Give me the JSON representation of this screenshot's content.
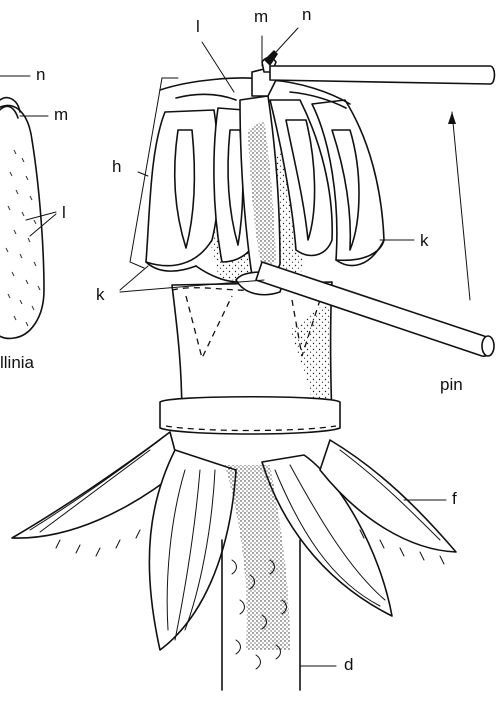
{
  "labels": {
    "pollinia_n": "n",
    "pollinia_m": "m",
    "pollinia_l": "l",
    "pollinia_caption": "llinia",
    "top_l": "l",
    "top_m": "m",
    "top_n": "n",
    "h": "h",
    "k_right": "k",
    "k_left": "k",
    "pin": "pin",
    "f": "f",
    "d": "d"
  }
}
